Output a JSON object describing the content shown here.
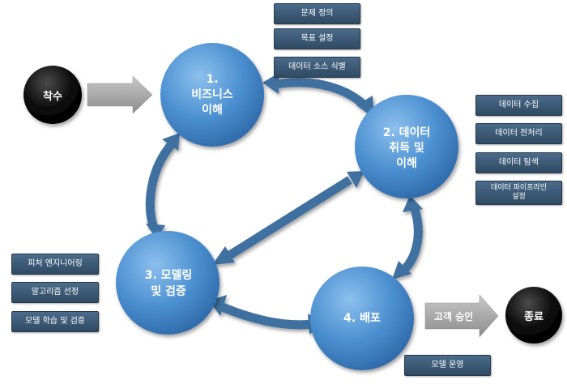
{
  "start": {
    "label": "착수"
  },
  "end": {
    "label": "종료"
  },
  "phases": [
    {
      "label": "1.\n비즈니스\n이해",
      "tasks": [
        "문제 정의",
        "목표 설정",
        "데이터 소스 식별"
      ]
    },
    {
      "label": "2. 데이터\n취득 및\n이해",
      "tasks": [
        "데이터 수집",
        "데이터 전처리",
        "데이터 탐색",
        "데이터 파이프라인\n설정"
      ]
    },
    {
      "label": "3. 모델링\n및 검증",
      "tasks": [
        "피처 엔지니어링",
        "알고리즘 선정",
        "모델 학습 및 검증"
      ]
    },
    {
      "label": "4. 배포",
      "tasks": [
        "모델 운영"
      ]
    }
  ],
  "approval": {
    "label": "고객 승인"
  },
  "colors": {
    "node_light": "#7fb4e6",
    "node_dark": "#2f6fb3",
    "terminal": "#000000",
    "connector": "#3f6f9f",
    "gray_arrow": "#a6a6a6",
    "chip": "#36526d"
  }
}
